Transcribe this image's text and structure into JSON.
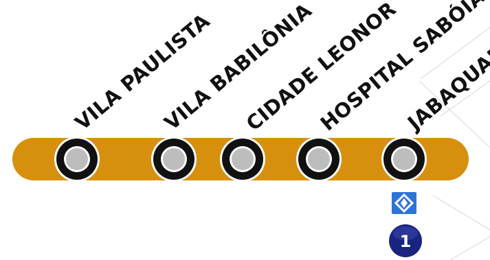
{
  "line": {
    "color": "#D7900E",
    "stations": [
      {
        "name": "VILA PAULISTA"
      },
      {
        "name": "VILA BABILÔNIA"
      },
      {
        "name": "CIDADE LEONOR"
      },
      {
        "name": "HOSPITAL SABÓIA"
      },
      {
        "name": "JABAQUARA",
        "connection": {
          "icon": "metro-diamond-icon",
          "line_number": "1",
          "line_color": "#1A2380"
        }
      }
    ]
  },
  "colors": {
    "station_ring": "#111111",
    "station_fill": "#BDBDBD",
    "metro_icon": "#2E74D6"
  }
}
